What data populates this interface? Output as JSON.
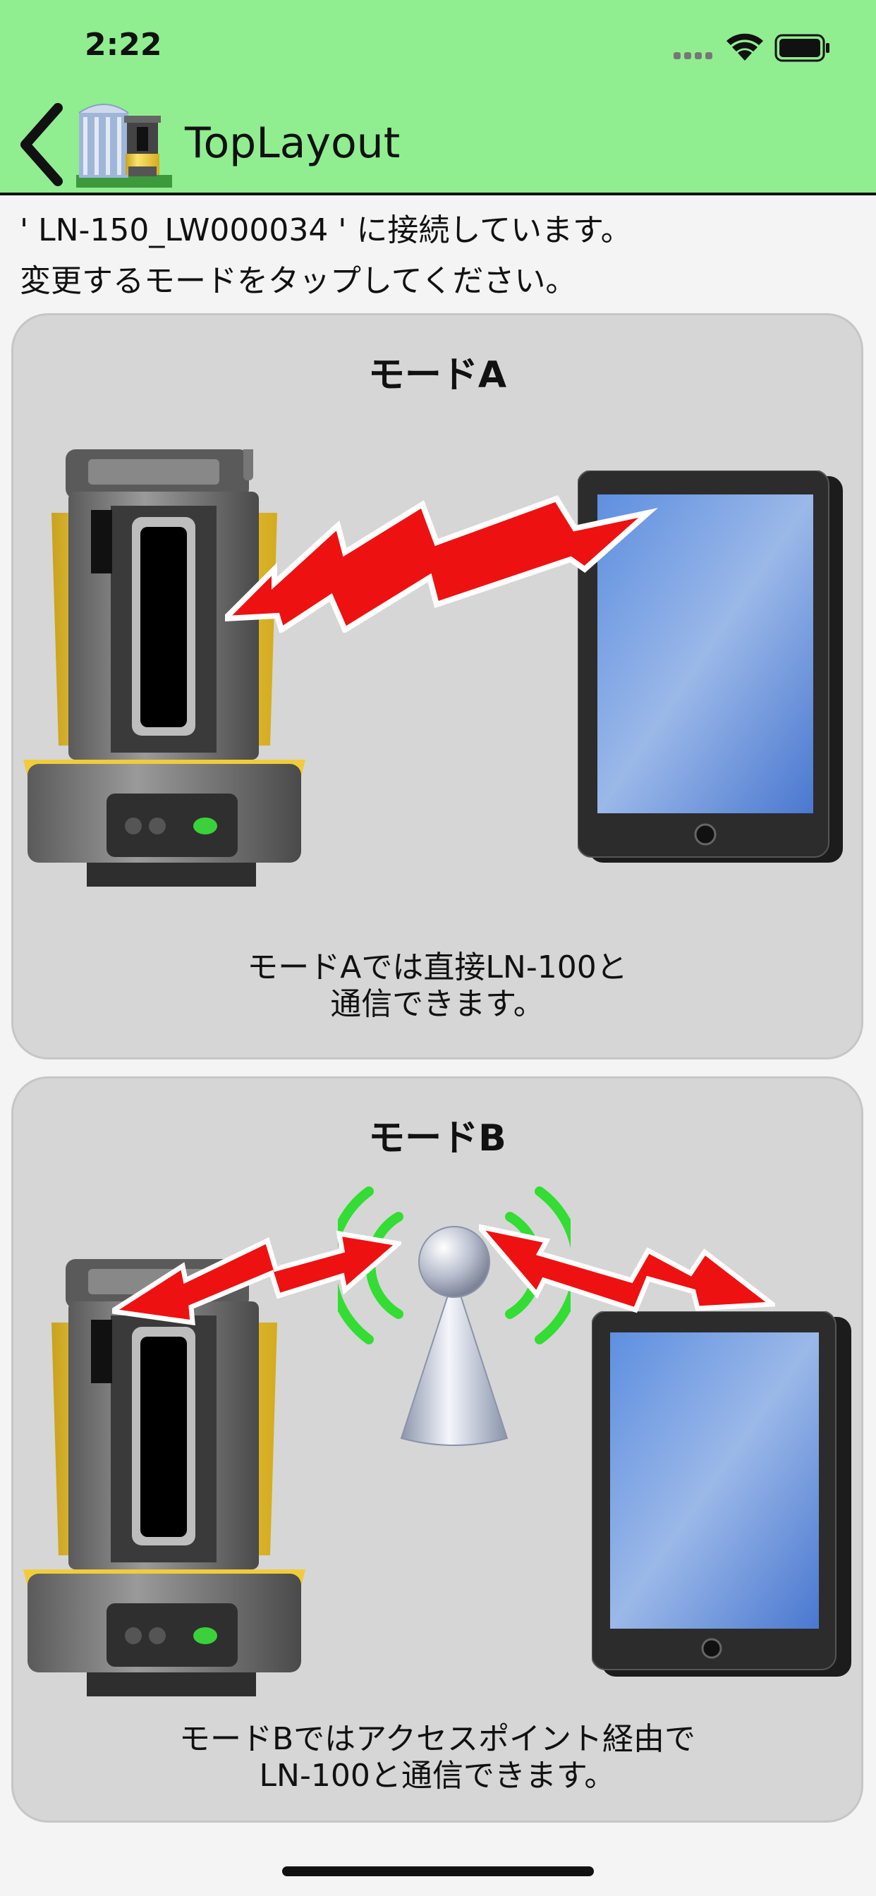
{
  "status_bar": {
    "time": "2:22"
  },
  "nav": {
    "title": "TopLayout"
  },
  "message": {
    "line1": "' LN-150_LW000034 ' に接続しています。",
    "line2": "変更するモードをタップしてください。"
  },
  "mode_a": {
    "title": "モードA",
    "desc_line1": "モードAでは直接LN-100と",
    "desc_line2": "通信できます。"
  },
  "mode_b": {
    "title": "モードB",
    "desc_line1": "モードBではアクセスポイント経由で",
    "desc_line2": "LN-100と通信できます。"
  },
  "colors": {
    "header_bg": "#90ee90",
    "card_bg": "#d6d6d6",
    "arrow_red": "#ee1111",
    "wave_green": "#33dd33",
    "device_yellow": "#f2d54a",
    "screen_blue": "#6b97dd"
  },
  "icons": [
    "back-chevron-icon",
    "signal-icon",
    "wifi-icon",
    "battery-icon",
    "app-building-icon"
  ]
}
